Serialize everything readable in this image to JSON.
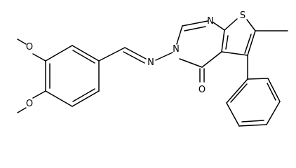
{
  "molecule": {
    "atoms": {
      "o_methoxy_top": "O",
      "o_methoxy_bottom": "O",
      "n_imine": "N",
      "n_ring_top": "N",
      "n_ring_left": "N",
      "s_thiophene": "S",
      "o_carbonyl": "O"
    }
  }
}
